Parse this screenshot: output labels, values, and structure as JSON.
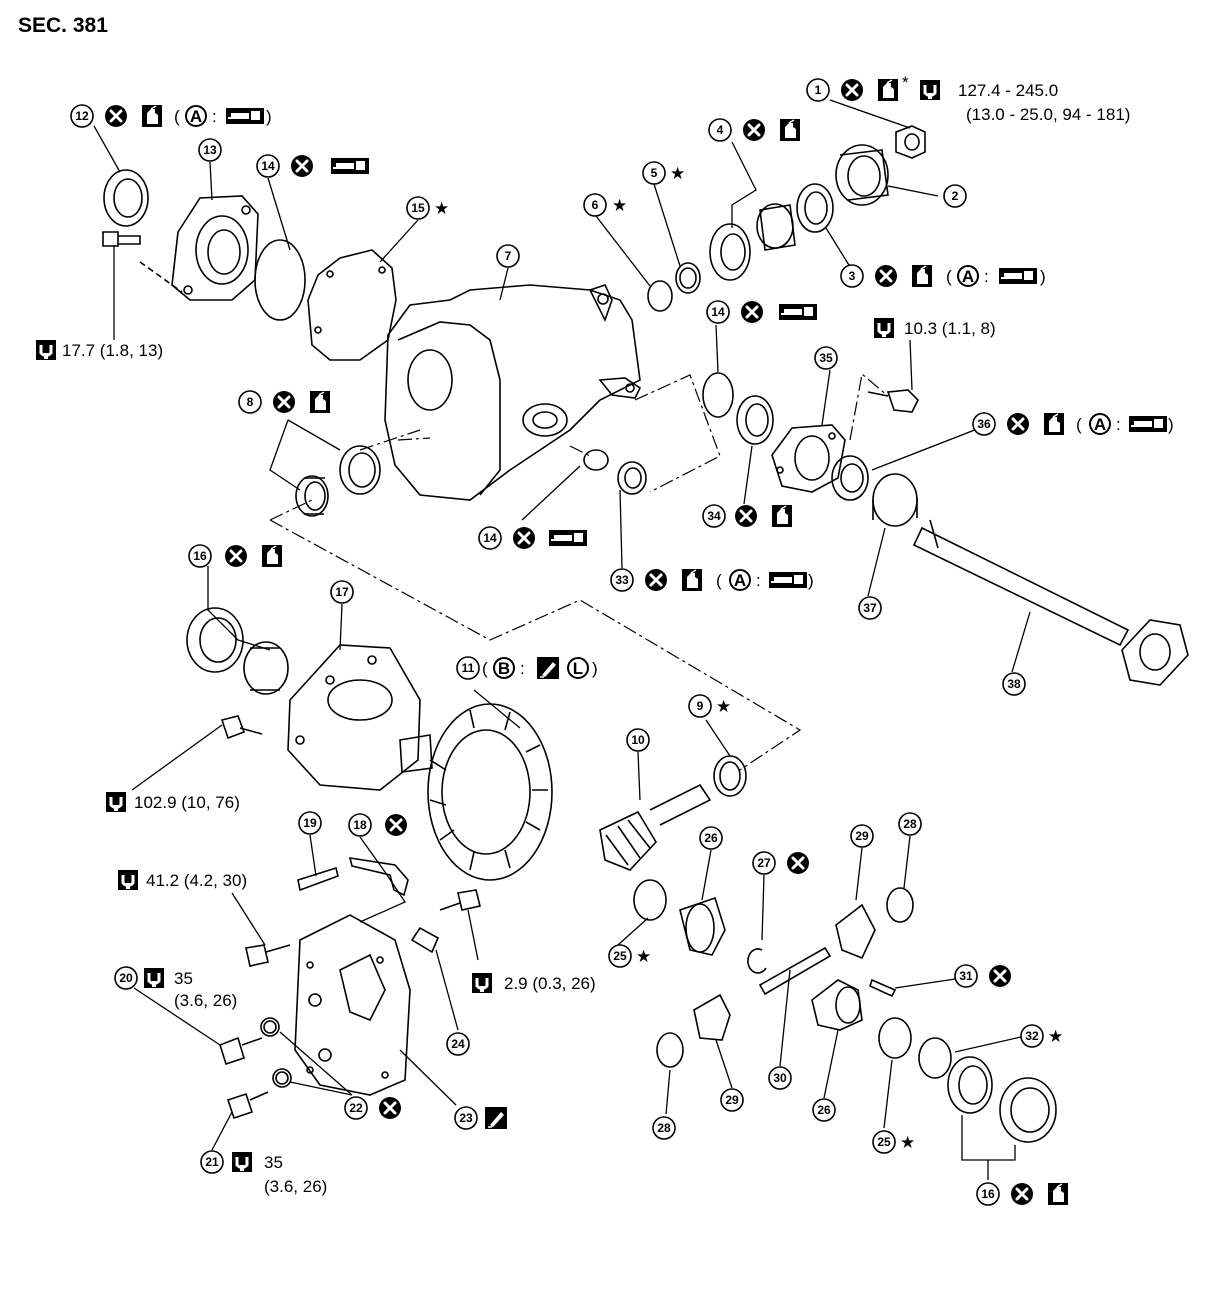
{
  "section_title": "SEC. 381",
  "torque_specs": {
    "t1a": "127.4 - 245.0",
    "t1b": "(13.0 - 25.0, 94 - 181)",
    "t13": "17.7 (1.8, 13)",
    "t35": "10.3 (1.1, 8)",
    "t17": "102.9 (10, 76)",
    "t23": "41.2 (4.2, 30)",
    "t24": "2.9 (0.3, 26)",
    "t20a": "35",
    "t20b": "(3.6, 26)",
    "t21a": "35",
    "t21b": "(3.6, 26)"
  },
  "symbols": {
    "star": "★",
    "asterisk": "*",
    "colon": ":",
    "paren_open": "(",
    "paren_close": ")",
    "letter_a": "A",
    "letter_b": "B",
    "letter_l": "L"
  },
  "parts": {
    "p1": "1",
    "p2": "2",
    "p3": "3",
    "p4": "4",
    "p5": "5",
    "p6": "6",
    "p7": "7",
    "p8": "8",
    "p9": "9",
    "p10": "10",
    "p11": "11",
    "p12": "12",
    "p13": "13",
    "p14a": "14",
    "p14b": "14",
    "p14c": "14",
    "p15": "15",
    "p16a": "16",
    "p16b": "16",
    "p17": "17",
    "p18": "18",
    "p19": "19",
    "p20": "20",
    "p21": "21",
    "p22": "22",
    "p23": "23",
    "p24": "24",
    "p25a": "25",
    "p25b": "25",
    "p26a": "26",
    "p26b": "26",
    "p27": "27",
    "p28a": "28",
    "p28b": "28",
    "p29a": "29",
    "p29b": "29",
    "p30": "30",
    "p31": "31",
    "p32": "32",
    "p33": "33",
    "p34": "34",
    "p35": "35",
    "p36": "36",
    "p37": "37",
    "p38": "38"
  },
  "icon_names": [
    "x-circle-icon",
    "grease-bottle-icon",
    "torque-wrench-icon",
    "grease-applicator-icon",
    "sealant-icon"
  ]
}
